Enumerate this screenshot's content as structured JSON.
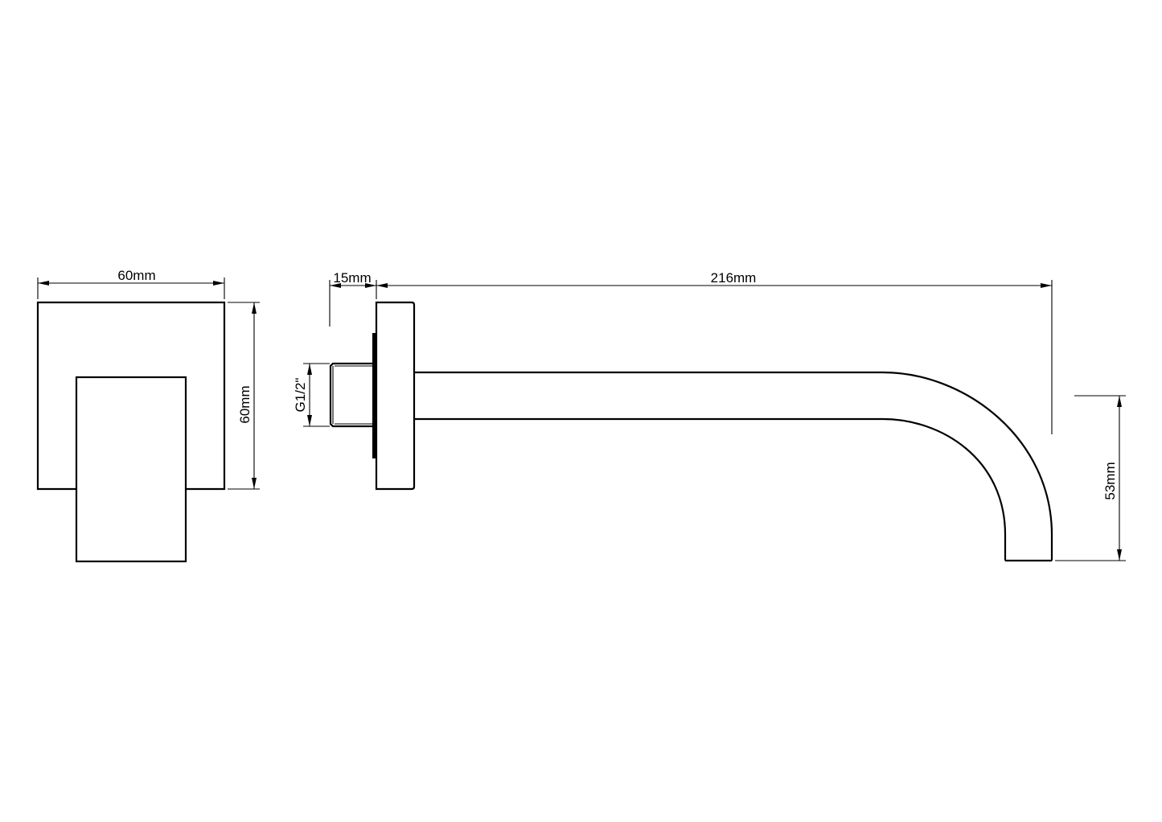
{
  "drawing": {
    "title": "Wall-mounted spout technical drawing",
    "views": {
      "front": {
        "width_label": "60mm",
        "height_label": "60mm"
      },
      "side": {
        "backplate_depth_label": "15mm",
        "length_label": "216mm",
        "thread_label": "G1/2\"",
        "drop_label": "53mm"
      }
    },
    "colors": {
      "line": "#000000",
      "background": "#ffffff"
    }
  }
}
